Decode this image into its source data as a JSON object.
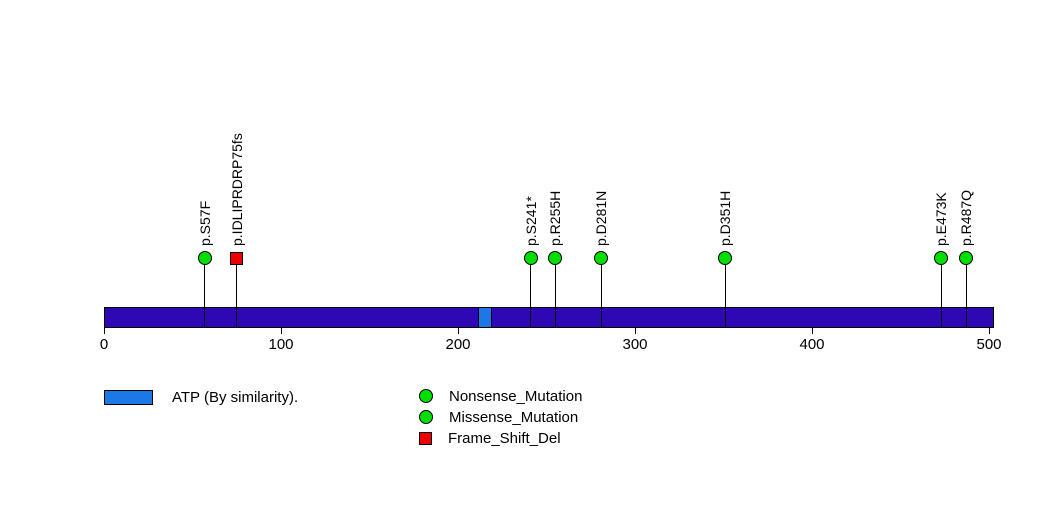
{
  "chart_data": {
    "type": "lollipop",
    "title": "",
    "xlabel": "",
    "xlim": [
      0,
      503
    ],
    "protein_length": 503,
    "backbone_color": "#2E08B4",
    "xticks": [
      {
        "value": 0,
        "label": "0"
      },
      {
        "value": 100,
        "label": "100"
      },
      {
        "value": 200,
        "label": "200"
      },
      {
        "value": 300,
        "label": "300"
      },
      {
        "value": 400,
        "label": "400"
      },
      {
        "value": 500,
        "label": "500"
      }
    ],
    "domains": [
      {
        "name": "ATP (By similarity).",
        "start": 211,
        "end": 219,
        "color": "#1C78E6"
      }
    ],
    "mutations": [
      {
        "label": "p.S57F",
        "position": 57,
        "type": "Missense_Mutation",
        "shape": "circle",
        "color": "#00DF00"
      },
      {
        "label": "p.IDLIPRDRP75fs",
        "position": 75,
        "type": "Frame_Shift_Del",
        "shape": "square",
        "color": "#EF0000"
      },
      {
        "label": "p.S241*",
        "position": 241,
        "type": "Nonsense_Mutation",
        "shape": "circle",
        "color": "#00DF00"
      },
      {
        "label": "p.R255H",
        "position": 255,
        "type": "Missense_Mutation",
        "shape": "circle",
        "color": "#00DF00"
      },
      {
        "label": "p.D281N",
        "position": 281,
        "type": "Missense_Mutation",
        "shape": "circle",
        "color": "#00DF00"
      },
      {
        "label": "p.D351H",
        "position": 351,
        "type": "Missense_Mutation",
        "shape": "circle",
        "color": "#00DF00"
      },
      {
        "label": "p.E473K",
        "position": 473,
        "type": "Missense_Mutation",
        "shape": "circle",
        "color": "#00DF00"
      },
      {
        "label": "p.R487Q",
        "position": 487,
        "type": "Missense_Mutation",
        "shape": "circle",
        "color": "#00DF00"
      }
    ],
    "legend": {
      "domain_entries": [
        {
          "label": "ATP (By similarity).",
          "color": "#1C78E6"
        }
      ],
      "mutation_entries": [
        {
          "label": "Nonsense_Mutation",
          "shape": "circle",
          "color": "#00DF00"
        },
        {
          "label": "Missense_Mutation",
          "shape": "circle",
          "color": "#00DF00"
        },
        {
          "label": "Frame_Shift_Del",
          "shape": "square",
          "color": "#EF0000"
        }
      ]
    }
  }
}
